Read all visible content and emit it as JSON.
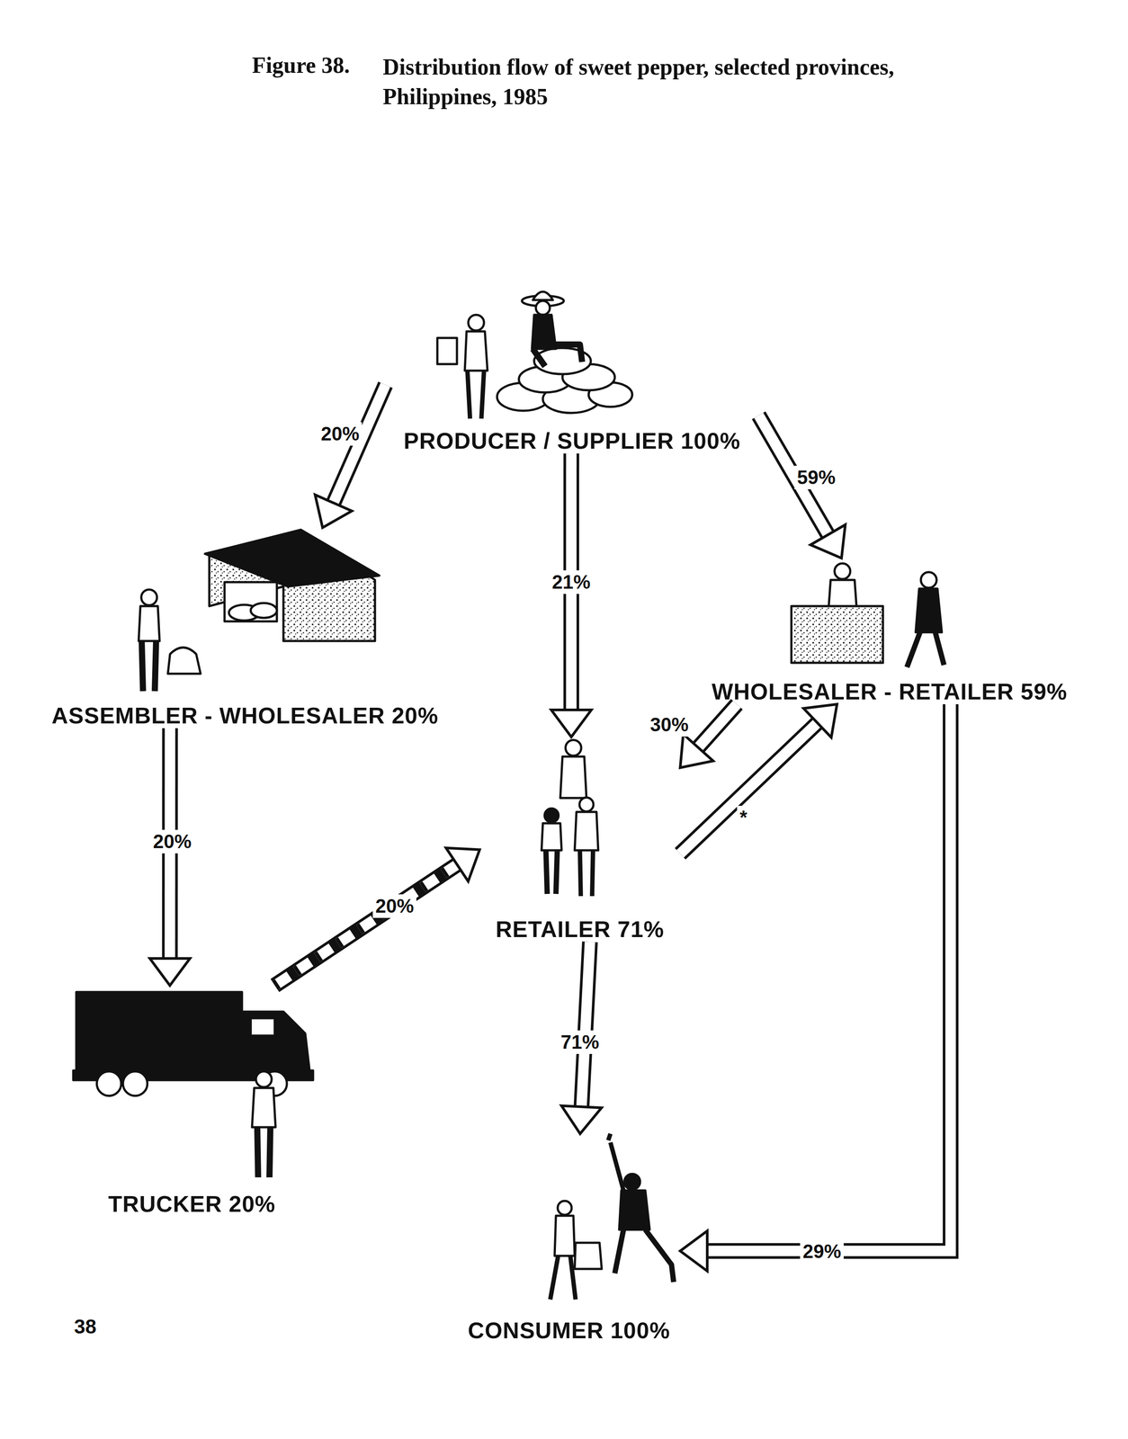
{
  "diagram": {
    "title": "Distribution flow of sweet pepper, selected provinces, Philippines, 1985",
    "nodes": [
      {
        "text": [
          "PRODUCER / SUPPLIER 100%"
        ]
      },
      {
        "text": [
          "ASSEMBLER - WHOLESALER 20%"
        ]
      },
      {
        "text": [
          "WHOLESALER - RETAILER 59%"
        ]
      },
      {
        "text": [
          "RETAILER 71%"
        ]
      },
      {
        "text": [
          "TRUCKER 20%"
        ]
      },
      {
        "text": [
          "CONSUMER 100%"
        ]
      }
    ],
    "edges": [
      {
        "from": 0,
        "to": 1,
        "label": "20%",
        "arrow": "to"
      },
      {
        "from": 0,
        "to": 3,
        "label": "21%",
        "arrow": "to"
      },
      {
        "from": 0,
        "to": 2,
        "label": "59%",
        "arrow": "to"
      },
      {
        "from": 1,
        "to": 4,
        "label": "20%",
        "arrow": "to"
      },
      {
        "from": 4,
        "to": 3,
        "label": "20%",
        "arrow": "to"
      },
      {
        "from": 2,
        "to": 3,
        "label": "30%",
        "arrow": "to"
      },
      {
        "from": 3,
        "to": 2,
        "label": "*",
        "arrow": "to"
      },
      {
        "from": 3,
        "to": 5,
        "label": "71%",
        "arrow": "to"
      },
      {
        "from": 2,
        "to": 5,
        "label": "29%",
        "arrow": "to"
      }
    ],
    "labels": [
      "Figure 38.",
      "38"
    ]
  }
}
